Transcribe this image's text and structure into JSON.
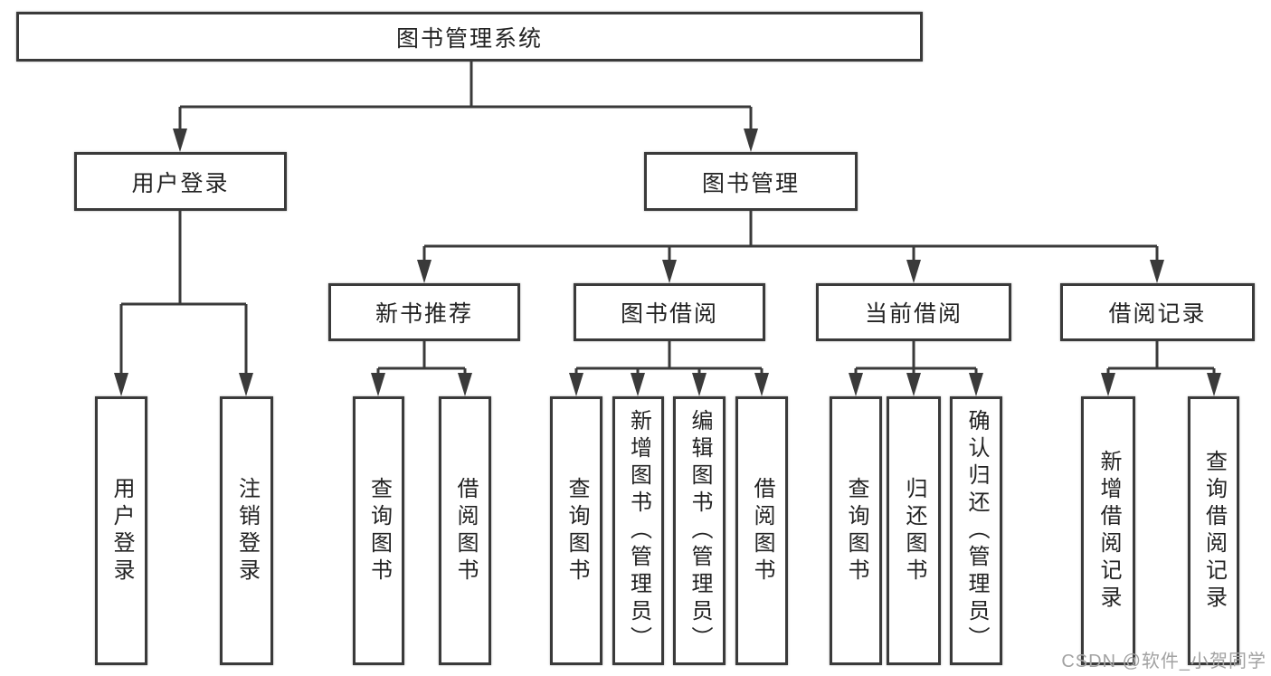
{
  "tree": {
    "label": "图书管理系统",
    "children": [
      {
        "label": "用户登录",
        "children": [
          {
            "label": "用户登录"
          },
          {
            "label": "注销登录"
          }
        ]
      },
      {
        "label": "图书管理",
        "children": [
          {
            "label": "新书推荐",
            "children": [
              {
                "label": "查询图书"
              },
              {
                "label": "借阅图书"
              }
            ]
          },
          {
            "label": "图书借阅",
            "children": [
              {
                "label": "查询图书"
              },
              {
                "label": "新增图书（管理员）"
              },
              {
                "label": "编辑图书（管理员）"
              },
              {
                "label": "借阅图书"
              }
            ]
          },
          {
            "label": "当前借阅",
            "children": [
              {
                "label": "查询图书"
              },
              {
                "label": "归还图书"
              },
              {
                "label": "确认归还（管理员）"
              }
            ]
          },
          {
            "label": "借阅记录",
            "children": [
              {
                "label": "新增借阅记录"
              },
              {
                "label": "查询借阅记录"
              }
            ]
          }
        ]
      }
    ]
  },
  "watermark": {
    "text": "CSDN @软件_小贺同学"
  },
  "colors": {
    "line": "#3a3a3a",
    "box_border": "#3a3a3a",
    "text": "#232323",
    "watermark": "#a2a2a2",
    "background": "#ffffff"
  }
}
